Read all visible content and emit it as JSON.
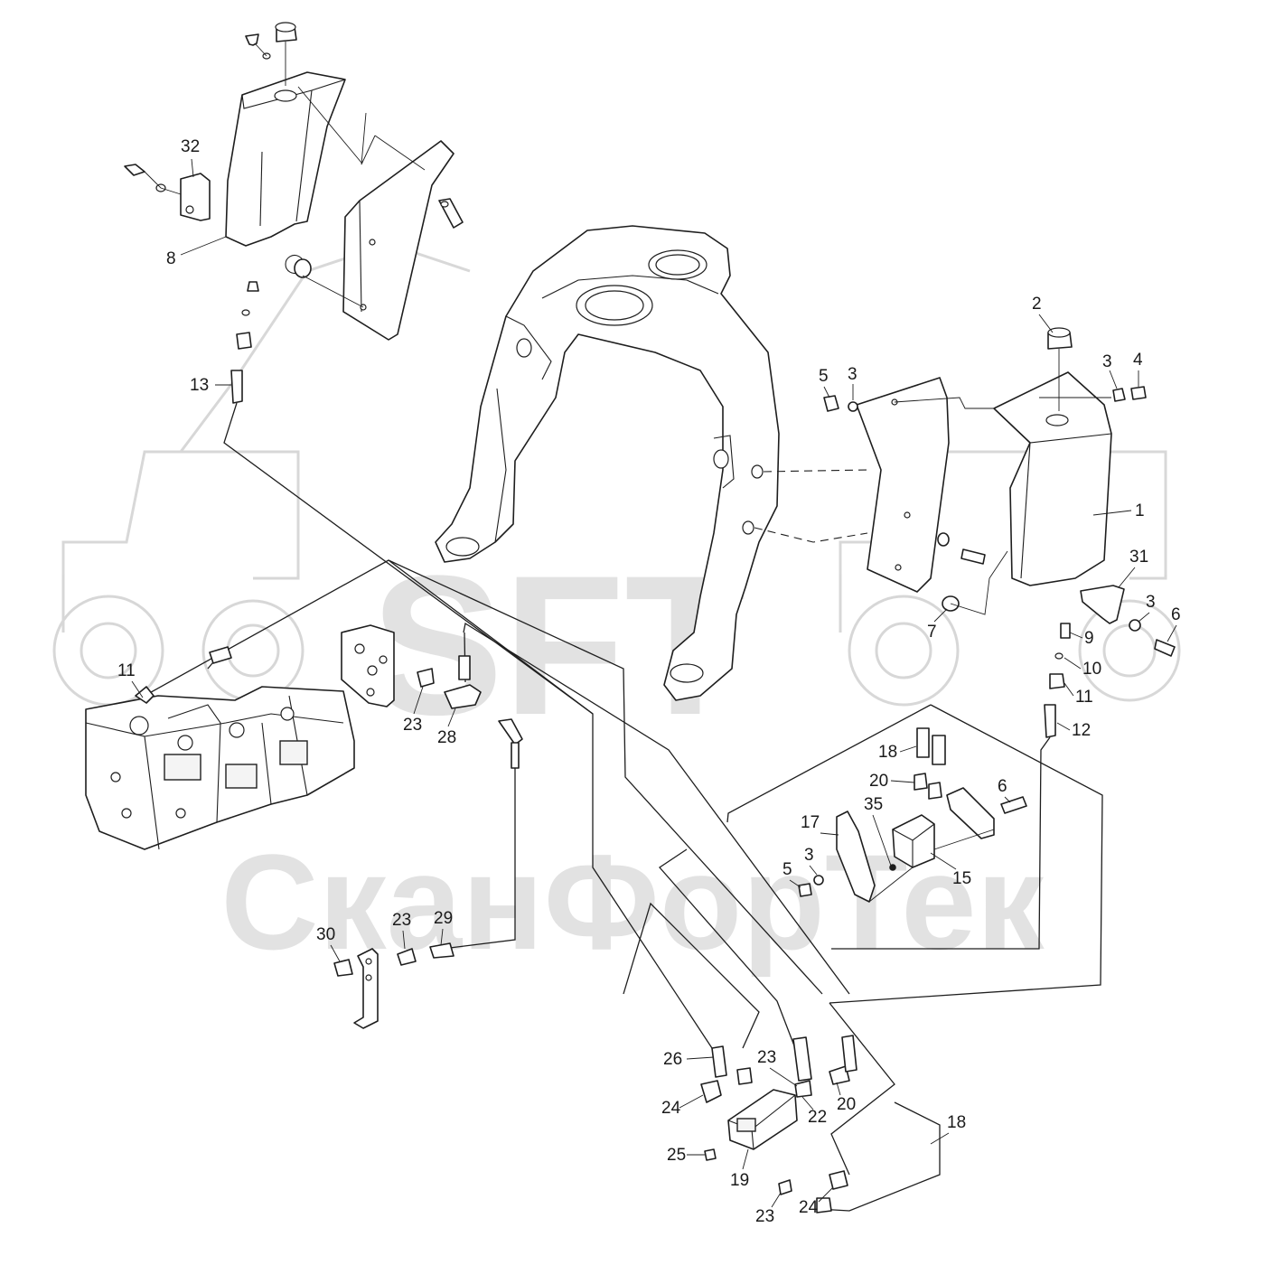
{
  "watermark": {
    "brand": "SFT",
    "name": "СканФорТек"
  },
  "callouts": {
    "c1": "1",
    "c2": "2",
    "c3a": "3",
    "c3b": "3",
    "c3c": "3",
    "c3d": "3",
    "c4": "4",
    "c5a": "5",
    "c5b": "5",
    "c6a": "6",
    "c6b": "6",
    "c7": "7",
    "c8": "8",
    "c9": "9",
    "c10": "10",
    "c11a": "11",
    "c11b": "11",
    "c12": "12",
    "c13": "13",
    "c15": "15",
    "c17": "17",
    "c18a": "18",
    "c18b": "18",
    "c19": "19",
    "c20a": "20",
    "c20b": "20",
    "c22": "22",
    "c23a": "23",
    "c23b": "23",
    "c23c": "23",
    "c23d": "23",
    "c24a": "24",
    "c24b": "24",
    "c25": "25",
    "c26": "26",
    "c28": "28",
    "c29": "29",
    "c30": "30",
    "c31": "31",
    "c32": "32",
    "c35": "35"
  }
}
